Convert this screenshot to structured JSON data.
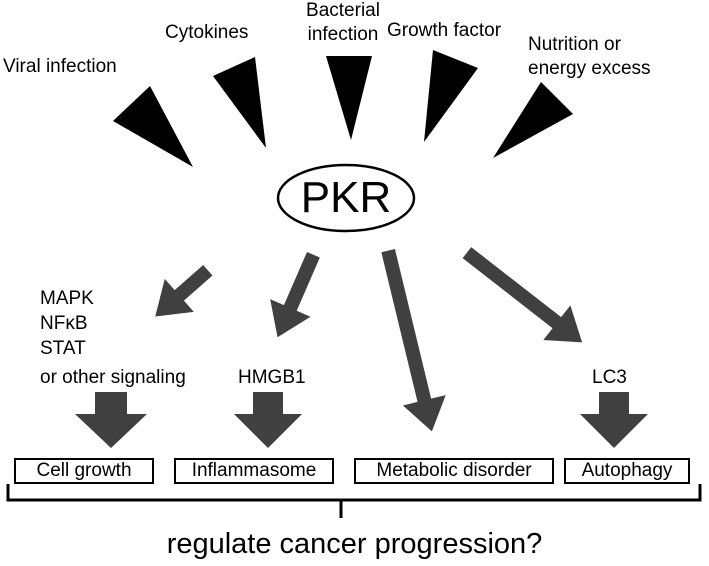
{
  "stimuli": {
    "viral_infection": "Viral infection",
    "cytokines": "Cytokines",
    "bacterial_line1": "Bacterial",
    "bacterial_line2": "infection",
    "growth_factor": "Growth factor",
    "nutrition_line1": "Nutrition or",
    "nutrition_line2": "energy excess"
  },
  "center": {
    "label": "PKR"
  },
  "mediators": {
    "signaling": [
      "MAPK",
      "NFκB",
      "STAT",
      "or other signaling"
    ],
    "hmgb1": "HMGB1",
    "lc3": "LC3"
  },
  "outcomes": {
    "cell_growth": "Cell growth",
    "inflammasome": "Inflammasome",
    "metabolic_disorder": "Metabolic disorder",
    "autophagy": "Autophagy"
  },
  "conclusion": "regulate cancer progression?",
  "colors": {
    "wedge": "#000000",
    "arrow": "#404040",
    "line": "#000000"
  }
}
